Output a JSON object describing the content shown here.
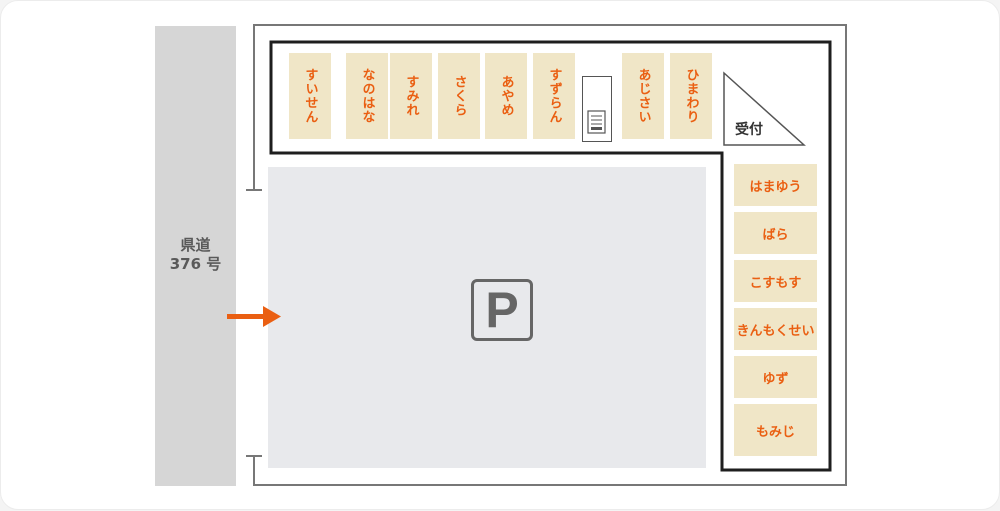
{
  "road": {
    "label": "県道\n376 号"
  },
  "rooms_top": [
    {
      "label": "すいせん"
    },
    {
      "label": "なのはな"
    },
    {
      "label": "すみれ"
    },
    {
      "label": "さくら"
    },
    {
      "label": "あやめ"
    },
    {
      "label": "すずらん"
    },
    {
      "label": "あじさい"
    },
    {
      "label": "ひまわり"
    }
  ],
  "rooms_right": [
    {
      "label": "はまゆう"
    },
    {
      "label": "ばら"
    },
    {
      "label": "こすもす"
    },
    {
      "label": "きんもくせい"
    },
    {
      "label": "ゆず"
    },
    {
      "label": "もみじ"
    }
  ],
  "reception": {
    "label": "受付"
  },
  "parking": {
    "label": "P"
  },
  "entrance": {
    "icon": "right-arrow-icon"
  },
  "colors": {
    "room_text": "#ea5f12",
    "room_fill": "#f0e6c7",
    "arrow": "#ea5f12"
  }
}
